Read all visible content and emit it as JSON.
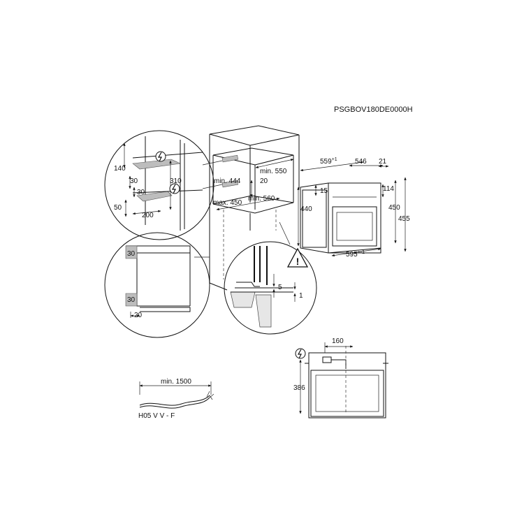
{
  "model_code": "PSGBOV180DE0000H",
  "icons": {
    "electric": "electric-hazard-icon",
    "warning": "warning-triangle-icon"
  },
  "cabinet_dims": {
    "min_550": "min. 550",
    "min_444": "min. 444",
    "dim_20": "20",
    "max_450": "max. 450",
    "min_560": "min. 560"
  },
  "oven_dims": {
    "w_559": "559",
    "w_559_tol": "+1",
    "d_546": "546",
    "d_21": "21",
    "h_15": "15",
    "h_114": "114",
    "h_440": "440",
    "h_450": "450",
    "h_455": "455",
    "w_595": "595",
    "w_595_tol": "+-1"
  },
  "detail_top_left": {
    "d_140": "140",
    "d_30a": "30",
    "d_310": "310",
    "d_30b": "30",
    "d_50": "50",
    "d_200": "200"
  },
  "detail_bottom_left": {
    "d_30a": "30",
    "d_30b": "30",
    "d_20": "20"
  },
  "detail_right": {
    "d_5": "5",
    "d_1": "1"
  },
  "socket_view": {
    "d_160": "160",
    "d_386": "386"
  },
  "cable": {
    "length": "min. 1500",
    "type": "H05 V V - F"
  }
}
